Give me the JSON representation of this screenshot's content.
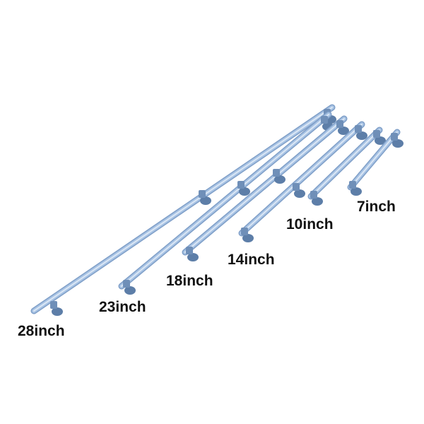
{
  "colors": {
    "tube": "#a8c3e4",
    "tube_edge": "#7f9fc8",
    "cup": "#5d7ea8",
    "label": "#111111"
  },
  "rods": [
    {
      "label": "28inch"
    },
    {
      "label": "23inch"
    },
    {
      "label": "18inch"
    },
    {
      "label": "14inch"
    },
    {
      "label": "10inch"
    },
    {
      "label": "7inch"
    }
  ]
}
